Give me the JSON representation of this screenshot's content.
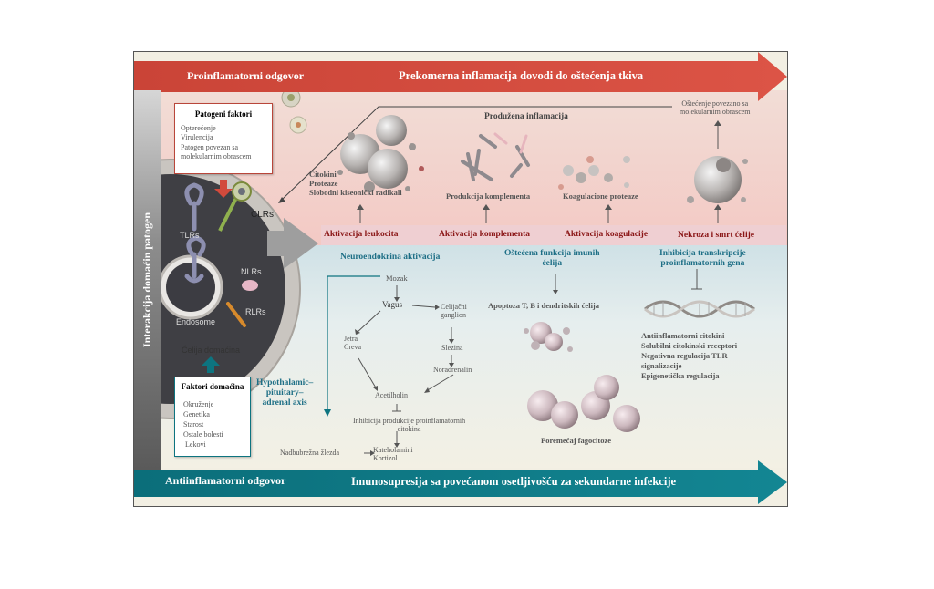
{
  "top_arrow": {
    "left_label": "Proinflamatorni odgovor",
    "right_label": "Prekomerna inflamacija dovodi do oštećenja tkiva"
  },
  "bottom_arrow": {
    "left_label": "Antiinflamatorni odgovor",
    "right_label": "Imunosupresija sa povećanom osetljivošću za sekundarne infekcije"
  },
  "side_label": "Interakcija domaćin patogen",
  "pathogen_box": {
    "title": "Patogeni faktori",
    "items": "Opterećenje\nVirulencija\nPatogen povezan sa\nmolekularnim obrascem"
  },
  "host_box": {
    "title": "Faktori domaćina",
    "items": "Okruženje\nGenetika\nStarost\nOstale bolesti\n Lekovi"
  },
  "cell": {
    "tlrs": "TLRs",
    "clrs": "CLRs",
    "nlrs": "NLRs",
    "rlrs": "RLRs",
    "endosome": "Endosome",
    "host_cell": "Ćelija domaćina"
  },
  "pro": {
    "title": "Produžena inflamacija",
    "damage_label": "Oštećenje povezano sa\nmolekularnim obrascem",
    "leukocyte_products": "Citokini\nProteaze\nSlobodni kiseonički radikali",
    "complement_product": "Produkcija komplementa",
    "coag_product": "Koagulacione proteaze",
    "act_leukocytes": "Aktivacija leukocita",
    "act_complement": "Aktivacija komplementa",
    "act_coag": "Aktivacija koagulacije",
    "necrosis": "Nekroza i smrt ćelije"
  },
  "anti": {
    "neuro_title": "Neuroendokrina aktivacija",
    "immune_title": "Oštećena funkcija imunih\nćelija",
    "inhibition_title": "Inhibicija transkripcije\nproinflamatornih gena",
    "hpa": "Hypothalamic–\npituitary–\nadrenal axis",
    "mozak": "Mozak",
    "vagus": "Vagus",
    "celiac": "Celijačni\nganglion",
    "jetra": "Jetra\nCreva",
    "slezina": "Slezina",
    "noradrenalin": "Noradrenalin",
    "acetilholin": "Acetilholin",
    "inhibicija": "Inhibicija produkcije proinflamatornih\ncitokina",
    "nadbubrezna": "Nadbubrežna žlezda",
    "kateholamini": "Kateholamini\nKortizol",
    "apoptosis": "Apoptoza T, B i dendritskih ćelija",
    "phagocytosis": "Poremećaj fagocitoze",
    "inhibition_list": "Antiinflamatorni citokini\nSolubilni citokinski receptori\nNegativna regulacija TLR\nsignalizacije\nEpigenetička regulacija"
  },
  "colors": {
    "pro_arrow": "#d24a3c",
    "anti_arrow": "#0d7480",
    "act_text": "#8a1616",
    "teal_text": "#1e6f86"
  }
}
